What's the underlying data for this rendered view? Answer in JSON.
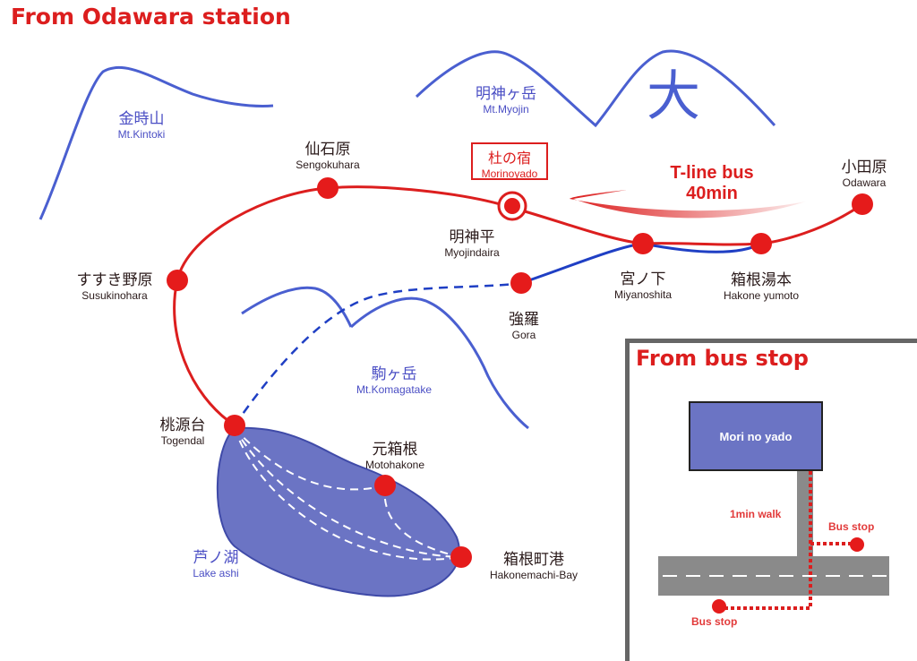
{
  "title": "From Odawara station",
  "mountains": {
    "kintoki": {
      "jp": "金時山",
      "en": "Mt.Kintoki"
    },
    "myojin": {
      "jp": "明神ヶ岳",
      "en": "Mt.Myojin"
    },
    "komagatake": {
      "jp": "駒ヶ岳",
      "en": "Mt.Komagatake"
    },
    "daimonji_symbol": "大"
  },
  "lake": {
    "jp": "芦ノ湖",
    "en": "Lake ashi"
  },
  "stations": {
    "odawara": {
      "jp": "小田原",
      "en": "Odawara"
    },
    "hakone_yumoto": {
      "jp": "箱根湯本",
      "en": "Hakone yumoto"
    },
    "miyanoshita": {
      "jp": "宮ノ下",
      "en": "Miyanoshita"
    },
    "gora": {
      "jp": "強羅",
      "en": "Gora"
    },
    "myojindaira": {
      "jp": "明神平",
      "en": "Myojindaira"
    },
    "morinoyado": {
      "jp": "杜の宿",
      "en": "Morinoyado"
    },
    "sengokuhara": {
      "jp": "仙石原",
      "en": "Sengokuhara"
    },
    "susukinohara": {
      "jp": "すすき野原",
      "en": "Susukinohara"
    },
    "togendai": {
      "jp": "桃源台",
      "en": "Togendal"
    },
    "motohakone": {
      "jp": "元箱根",
      "en": "Motohakone"
    },
    "hakonemachi": {
      "jp": "箱根町港",
      "en": "Hakonemachi-Bay"
    }
  },
  "bus": {
    "name": "T-line bus",
    "duration": "40min"
  },
  "inset": {
    "title": "From bus stop",
    "building": "Mori no yado",
    "walk": "1min walk",
    "bus_stop_upper": "Bus stop",
    "bus_stop_lower": "Bus stop"
  },
  "colors": {
    "red": "#dc1e1e",
    "blue": "#1f3fc4",
    "lake": "#6b74c4",
    "mountain": "#4a5fd0",
    "road": "#8a8a8a"
  }
}
